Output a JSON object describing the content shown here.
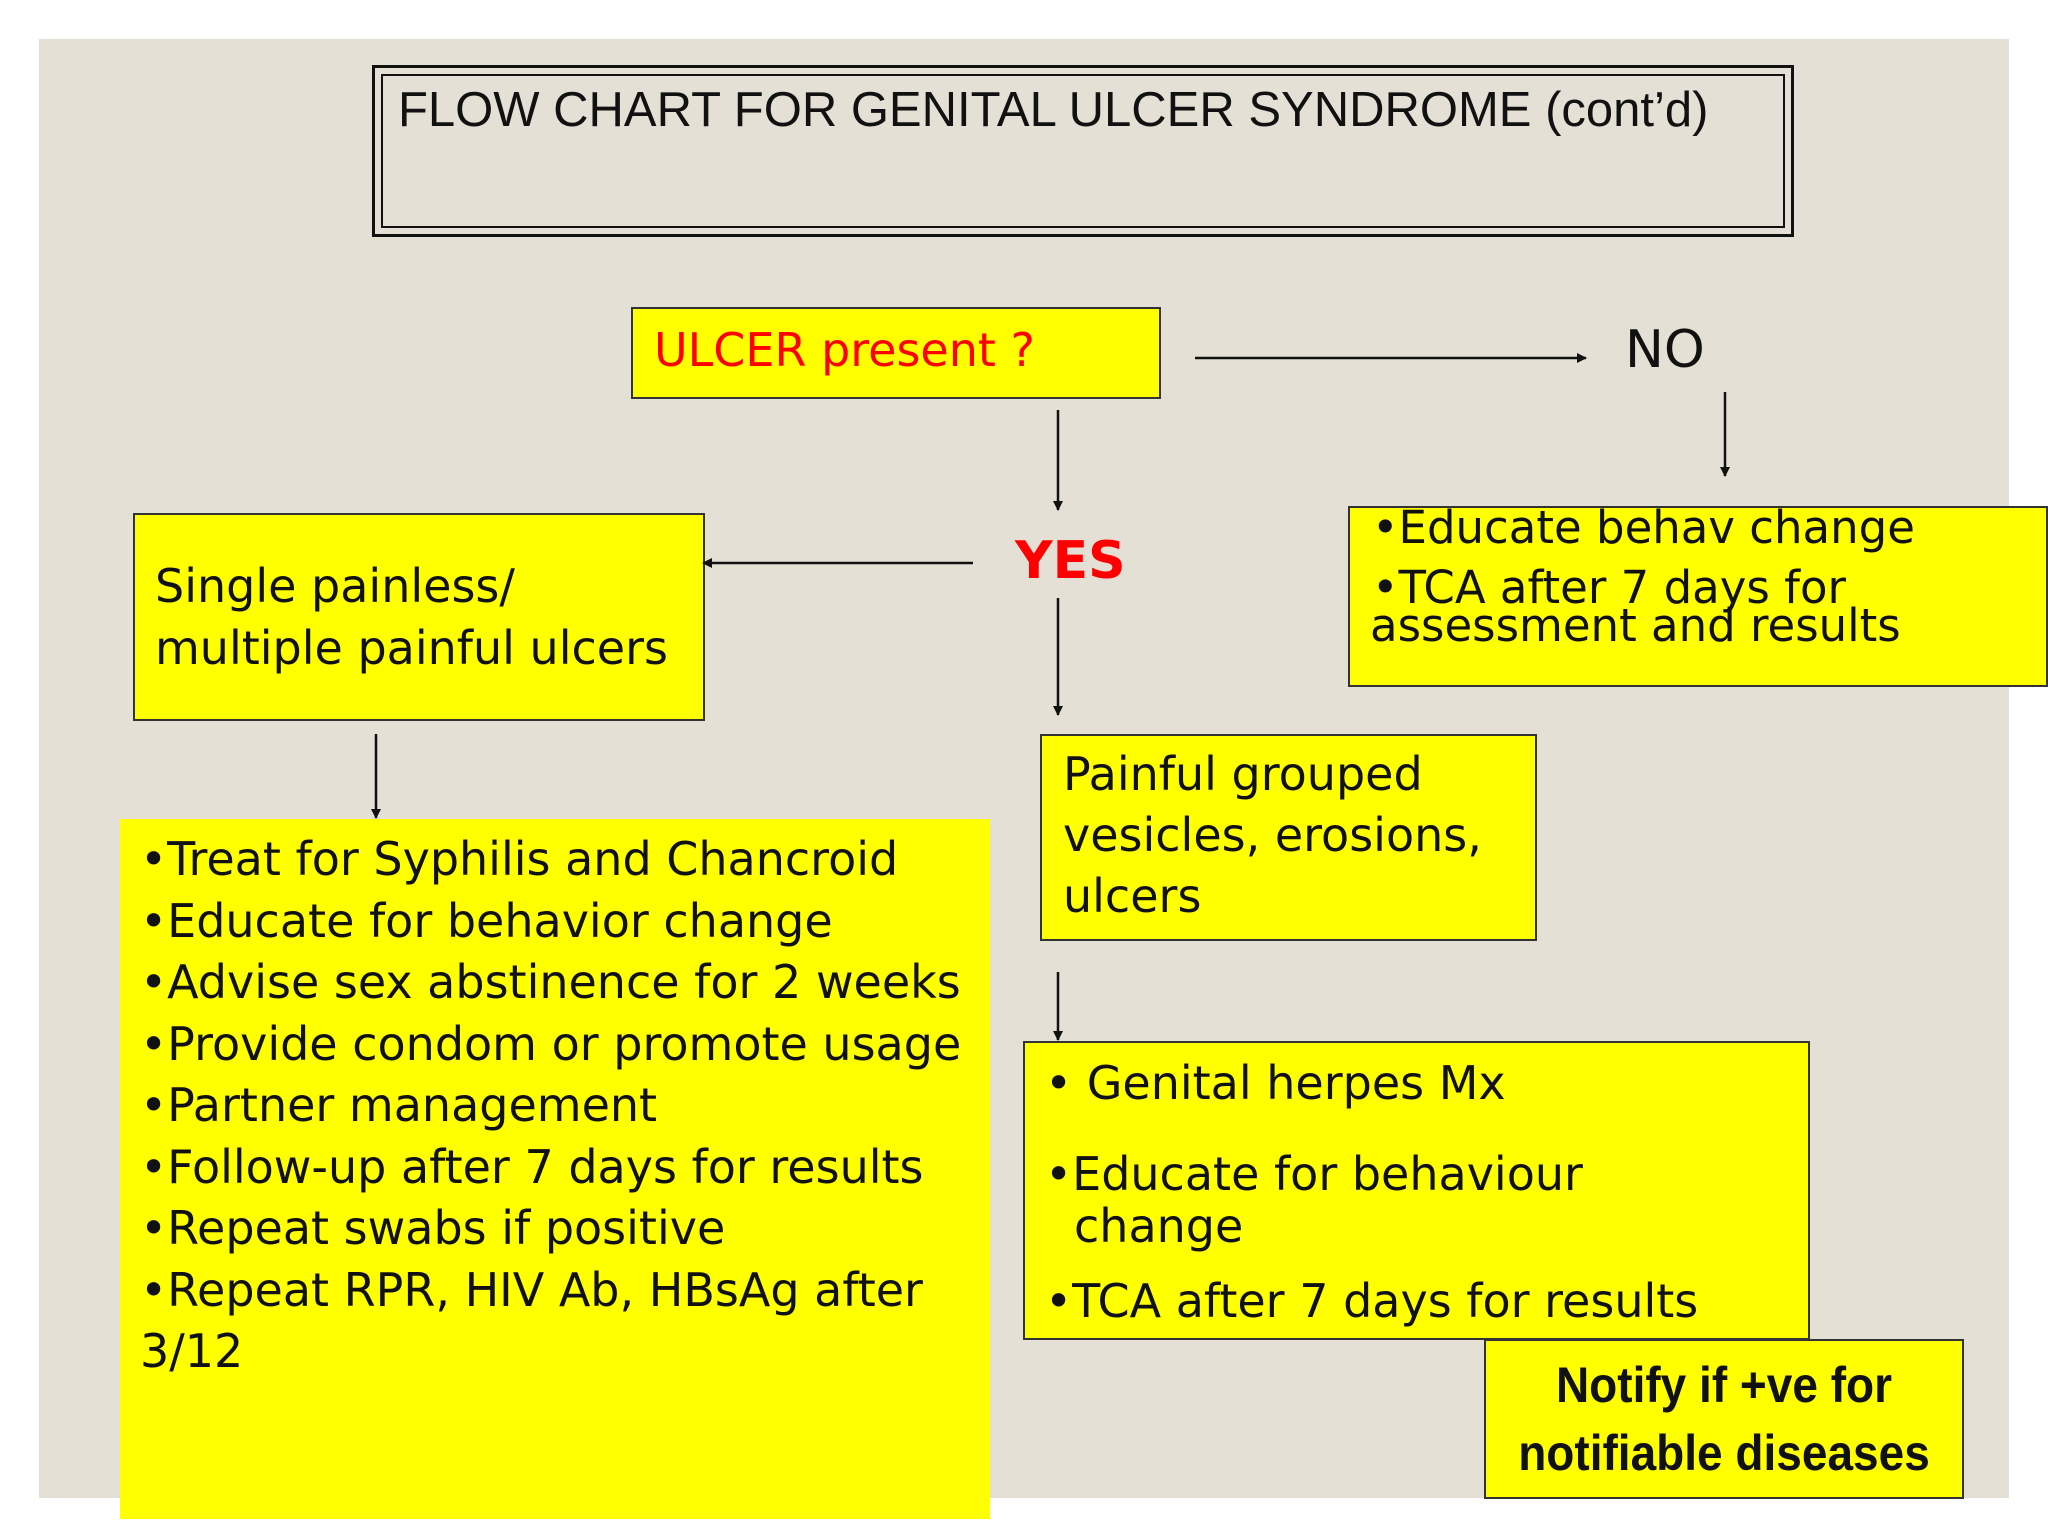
{
  "title": "FLOW CHART FOR GENITAL ULCER SYNDROME (cont’d)",
  "question": "ULCER present ?",
  "yes_label": "YES",
  "no_label": "NO",
  "no_box": {
    "line1": "•Educate behav change",
    "line2": "•TCA  after 7 days for",
    "line3": "assessment and results"
  },
  "single_box": {
    "line1": "Single painless/",
    "line2": "multiple painful ulcers"
  },
  "treatment_list": [
    "•Treat for Syphilis and Chancroid",
    "•Educate for behavior change",
    "•Advise sex abstinence for 2 weeks",
    "•Provide condom or promote usage",
    "•Partner management",
    "•Follow-up after 7 days for results",
    "•Repeat swabs if positive",
    "•Repeat RPR, HIV Ab, HBsAg after",
    "3/12"
  ],
  "vesicles_box": {
    "line1": "Painful grouped",
    "line2": "vesicles, erosions,",
    "line3": "ulcers"
  },
  "herpes_box": {
    "line1": "•  Genital herpes Mx",
    "line2": "•Educate for behaviour",
    "line3": "change",
    "line4": "•TCA after 7 days for results"
  },
  "notify_box": {
    "line1": "Notify if +ve for",
    "line2": "notifiable diseases"
  },
  "colors": {
    "background": "#e4e0d5",
    "box_fill": "#ffff00",
    "accent_red": "#ff0000"
  }
}
